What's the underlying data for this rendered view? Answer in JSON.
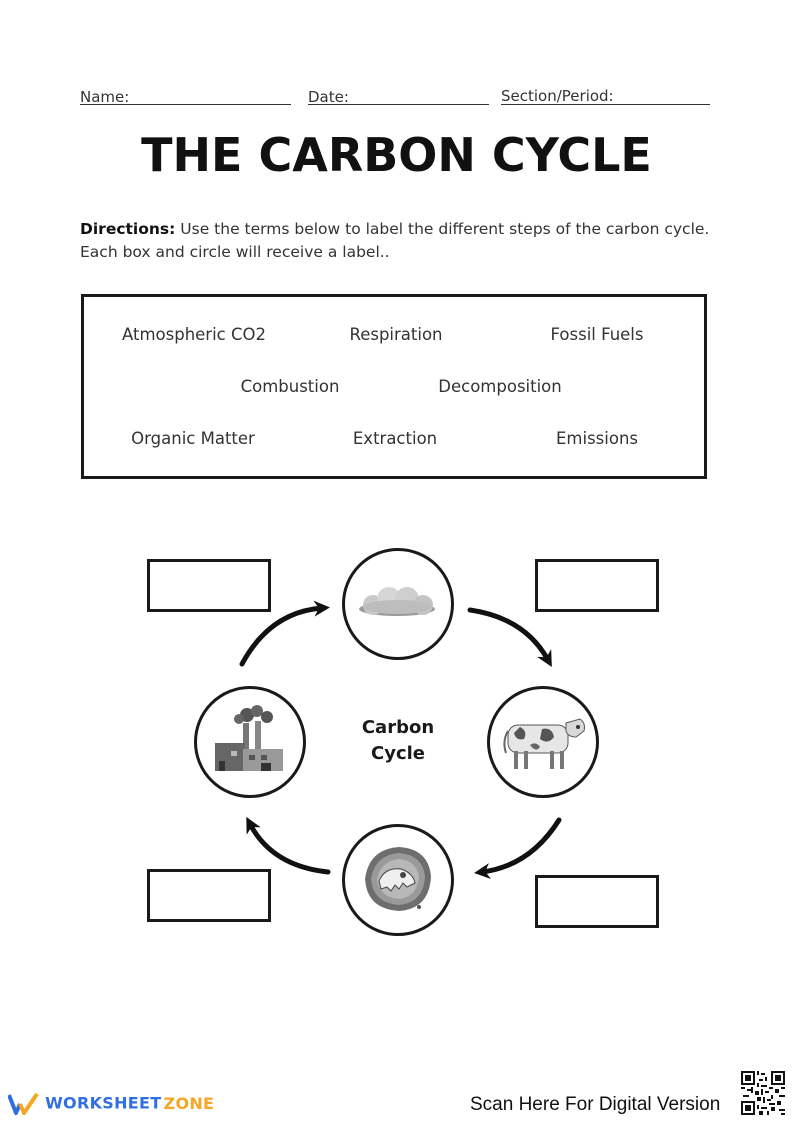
{
  "header": {
    "name_label": "Name:",
    "date_label": "Date:",
    "section_label": "Section/Period:"
  },
  "title": "THE CARBON CYCLE",
  "directions": {
    "bold": "Directions:",
    "text_line1": " Use the terms below to label the different steps of the carbon cycle.",
    "text_line2": "Each box and circle will receive a label.."
  },
  "terms": {
    "row1": [
      "Atmospheric CO2",
      "Respiration",
      "Fossil Fuels"
    ],
    "row2": [
      "Combustion",
      "Decomposition"
    ],
    "row3": [
      "Organic Matter",
      "Extraction",
      "Emissions"
    ]
  },
  "diagram": {
    "center_line1": "Carbon",
    "center_line2": "Cycle",
    "circles": [
      {
        "name": "cloud-icon"
      },
      {
        "name": "cow-icon"
      },
      {
        "name": "fossil-icon"
      },
      {
        "name": "factory-icon"
      }
    ]
  },
  "footer": {
    "brand_part1": "WORKSHEET",
    "brand_part2": "ZONE",
    "scan_text": "Scan Here For Digital Version",
    "colors": {
      "brand_blue": "#2f6fe0",
      "brand_orange": "#f5a623"
    }
  }
}
